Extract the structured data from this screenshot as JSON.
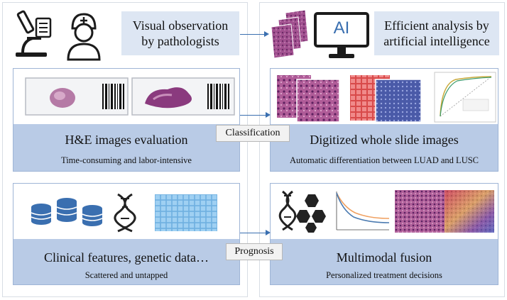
{
  "left": {
    "top_title": "Visual observation by pathologists",
    "top_title_line1": "Visual observation",
    "top_title_line2": "by pathologists",
    "card1": {
      "title": "H&E images evaluation",
      "subtitle": "Time-consuming and labor-intensive"
    },
    "card2": {
      "title": "Clinical features, genetic data…",
      "subtitle": "Scattered and untapped"
    }
  },
  "right": {
    "top_title_line1": "Efficient analysis by",
    "top_title_line2": "artificial intelligence",
    "monitor_text": "AI",
    "card1": {
      "title": "Digitized whole slide images",
      "subtitle": "Automatic differentiation between LUAD and LUSC"
    },
    "card2": {
      "title": "Multimodal fusion",
      "subtitle": "Personalized treatment decisions"
    }
  },
  "connectors": {
    "classification": "Classification",
    "prognosis": "Prognosis"
  },
  "colors": {
    "accent_blue": "#3a6fb0",
    "band": "#b9cbe6",
    "title_box": "#dde6f3",
    "stain_purple": "#9a4a8c"
  }
}
